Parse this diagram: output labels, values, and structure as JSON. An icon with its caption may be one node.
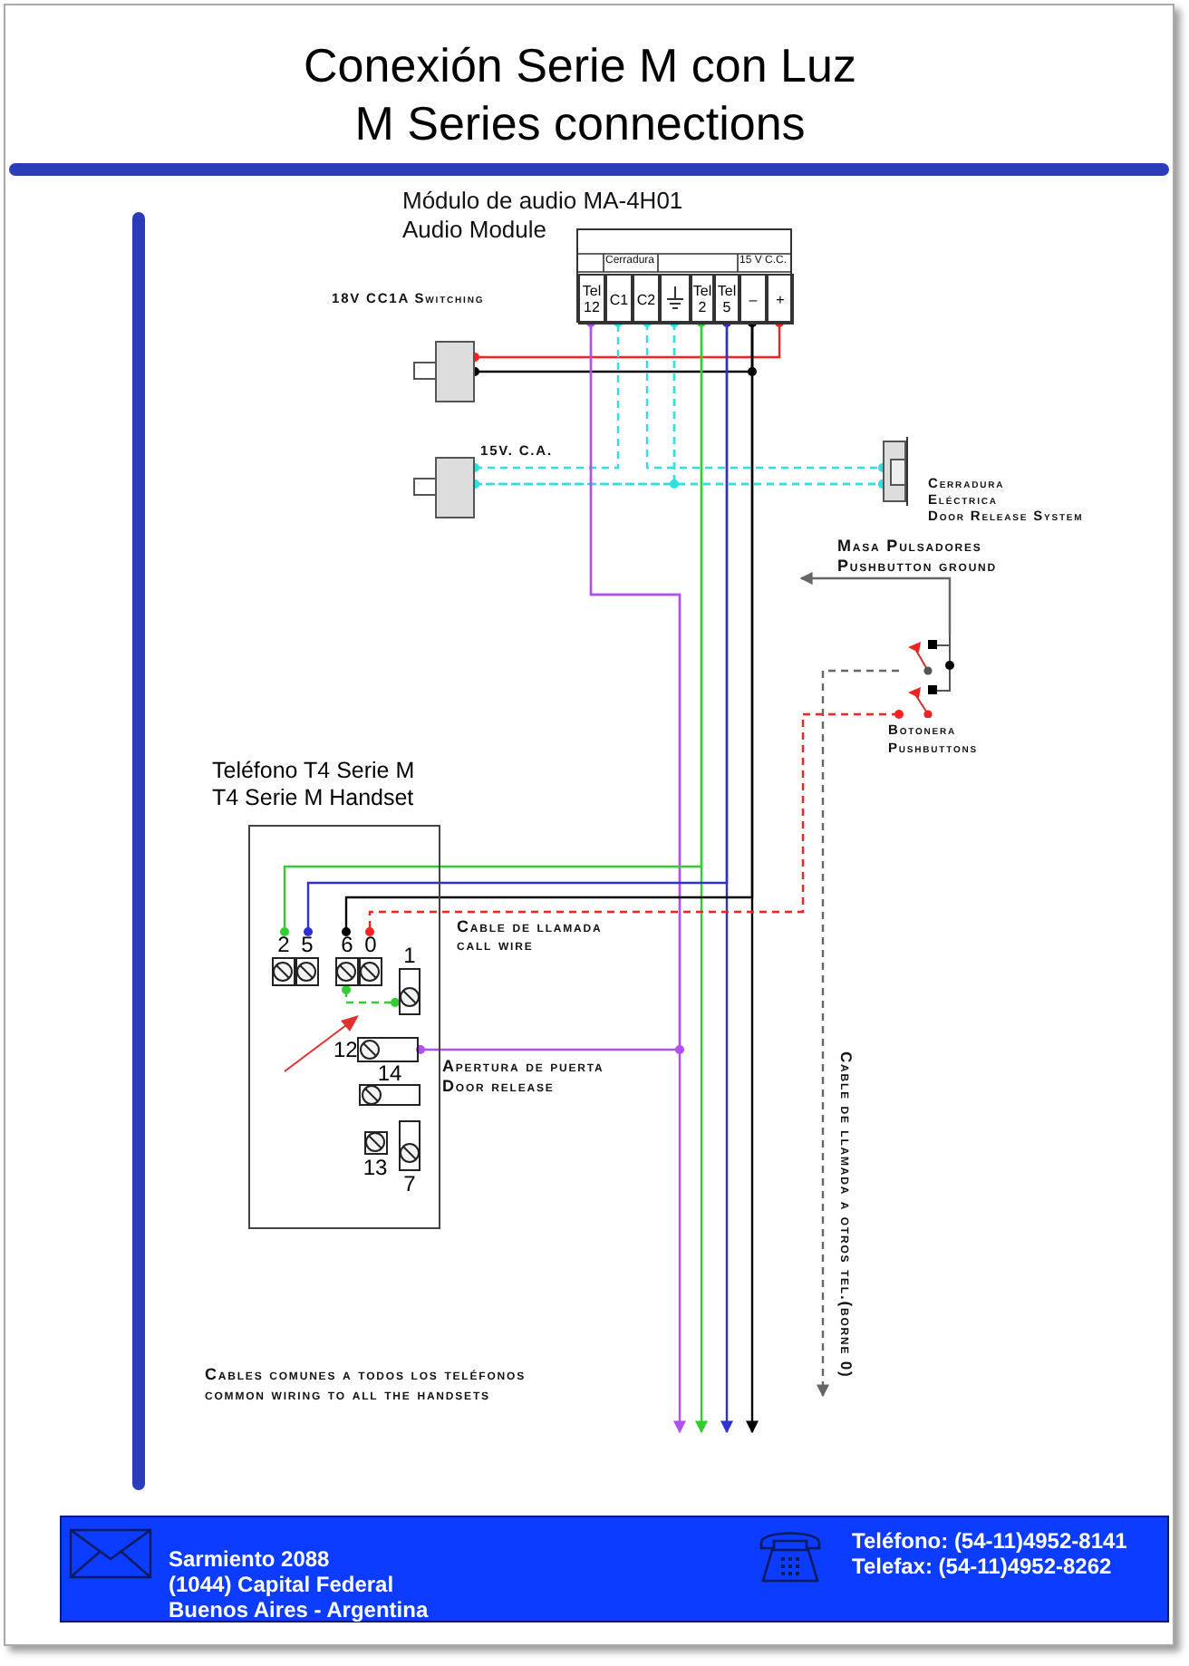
{
  "diagram": {
    "title": "Conexión Serie M con Luz M Series connections",
    "nodes": [
      {
        "text": [],
        "shape": "box"
      },
      {
        "text": [
          "Tel 12"
        ],
        "in": 0
      },
      {
        "text": [
          "C1"
        ],
        "in": 0
      },
      {
        "text": [
          "C2"
        ],
        "in": 0
      },
      {
        "text": [],
        "shape": "box",
        "in": 0
      },
      {
        "text": [
          "Tel 2"
        ],
        "in": 0
      },
      {
        "text": [
          "Tel 5"
        ],
        "in": 0
      },
      {
        "text": [
          "–"
        ],
        "in": 0
      },
      {
        "text": [
          "+"
        ],
        "in": 0
      },
      {
        "text": [],
        "shape": "box",
        "beside": [
          "18V CC1A Switching"
        ]
      },
      {
        "text": [],
        "shape": "box",
        "beside": [
          "15V. C.A."
        ]
      },
      {
        "text": [],
        "shape": "picture",
        "beside": [
          "Cerradura Eléctrica",
          "Door Release System"
        ]
      },
      {
        "text": [],
        "shape": "picture",
        "beside": [
          "Botonera",
          "Pushbuttons"
        ]
      },
      {
        "text": [
          "Teléfono T4 Serie M",
          "T4 Serie M Handset"
        ]
      },
      {
        "text": [
          "2"
        ],
        "in": 13
      },
      {
        "text": [
          "5"
        ],
        "in": 13
      },
      {
        "text": [
          "6"
        ],
        "in": 13
      },
      {
        "text": [
          "0"
        ],
        "in": 13
      },
      {
        "text": [
          "1"
        ],
        "in": 13
      },
      {
        "text": [
          "12"
        ],
        "in": 13
      },
      {
        "text": [
          "14"
        ],
        "in": 13
      },
      {
        "text": [
          "13"
        ],
        "in": 13
      },
      {
        "text": [
          "7"
        ],
        "in": 13
      },
      {
        "text": [
          "Sarmiento 2088",
          "(1044) Capital Federal",
          "Buenos Aires - Argentina",
          "Teléfono: (54-11)4952-8141",
          "Telefax: (54-11)4952-8262"
        ]
      }
    ],
    "edges": [
      {
        "from": 9,
        "to": 8,
        "arrow": "other",
        "color": "#ff2020"
      },
      {
        "from": 9,
        "to": 7,
        "arrow": "other",
        "color": "#000000"
      },
      {
        "from": 10,
        "to": 2,
        "arrow": "other",
        "style": "dashed",
        "color": "#30e0e0"
      },
      {
        "from": 3,
        "to": 11,
        "arrow": "other",
        "style": "dashed",
        "color": "#30e0e0"
      },
      {
        "from": 10,
        "to": 11,
        "arrow": "other",
        "style": "dashed",
        "color": "#30e0e0"
      },
      {
        "from": 4,
        "to": 11,
        "arrow": "other",
        "style": "dashed",
        "color": "#30e0e0"
      },
      {
        "from": 4,
        "to": 10,
        "arrow": "other",
        "style": "dashed",
        "color": "#30e0e0"
      },
      {
        "from": 1,
        "to": 19,
        "arrow": "other",
        "color": "#b050f0"
      },
      {
        "from": 1,
        "to": null,
        "arrow": "to",
        "color": "#b050f0"
      },
      {
        "from": 5,
        "to": 14,
        "arrow": "other",
        "color": "#33cc33"
      },
      {
        "from": 5,
        "to": null,
        "arrow": "to",
        "color": "#33cc33"
      },
      {
        "from": 6,
        "to": 15,
        "arrow": "other",
        "color": "#3030d0"
      },
      {
        "from": 6,
        "to": null,
        "arrow": "to",
        "color": "#3030d0"
      },
      {
        "from": 7,
        "to": 16,
        "arrow": "other",
        "color": "#000000"
      },
      {
        "from": 7,
        "to": null,
        "arrow": "to",
        "color": "#000000"
      },
      {
        "from": 12,
        "to": 17,
        "arrow": "other",
        "style": "dashed",
        "color": "#ff2020"
      },
      {
        "from": 12,
        "to": null,
        "arrow": "to",
        "style": "dashed",
        "color": "#666666",
        "label": "Cable de llamada a otros tel.(borne 0)"
      },
      {
        "from": 12,
        "to": null,
        "arrow": "to",
        "color": "#666666"
      },
      {
        "from": 16,
        "to": 18,
        "arrow": "other",
        "style": "dashed",
        "color": "#33cc33"
      }
    ],
    "labels": [
      "Módulo de audio MA-4H01",
      "Audio Module",
      "Cerradura",
      "15 V C.C.",
      "Masa Pulsadores",
      "Pushbutton ground",
      "Cable de llamada",
      "call wire",
      "Apertura de puerta",
      "Door release",
      "Cables comunes a todos los teléfonos",
      "common wiring to all the handsets"
    ]
  }
}
